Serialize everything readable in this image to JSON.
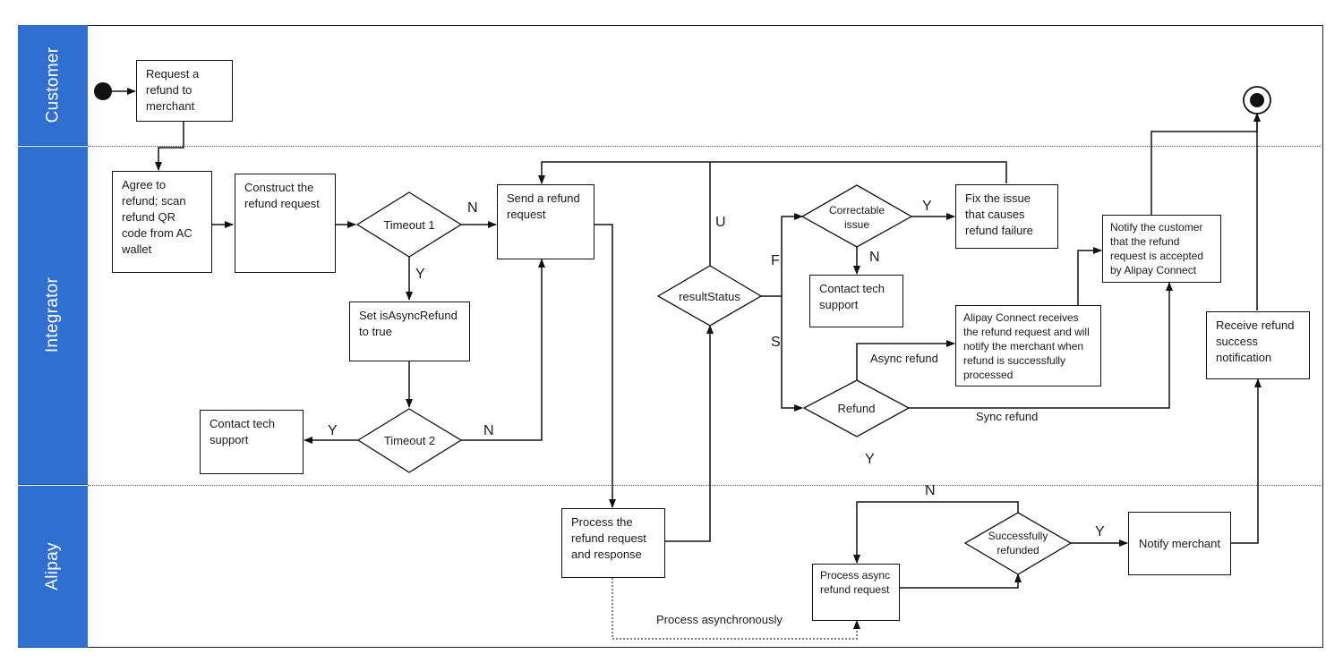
{
  "lanes": {
    "customer": "Customer",
    "integrator": "Integrator",
    "alipay": "Alipay"
  },
  "nodes": {
    "request_refund": "Request a refund to merchant",
    "agree_refund": "Agree to refund; scan refund QR code from AC wallet",
    "construct_request": "Construct the refund request",
    "timeout1": "Timeout 1",
    "send_request": "Send a refund request",
    "set_async": "Set isAsyncRefund to true",
    "timeout2": "Timeout 2",
    "contact_support_1": "Contact tech support",
    "result_status": "resultStatus",
    "correctable_issue": "Correctable issue",
    "fix_issue": "Fix the issue that causes refund failure",
    "contact_support_2": "Contact tech support",
    "alipay_receives": "Alipay Connect receives the refund request and will notify the merchant when refund is successfully processed",
    "refund_decision": "Refund",
    "notify_customer": "Notify the customer that the refund request is accepted by Alipay Connect",
    "receive_success": "Receive refund success notification",
    "process_request": "Process the refund request and response",
    "process_async": "Process async refund request",
    "successfully_refunded": "Successfully refunded",
    "notify_merchant": "Notify merchant"
  },
  "edges": {
    "t1_no": "N",
    "t1_yes": "Y",
    "t2_no": "N",
    "t2_yes": "Y",
    "status_u": "U",
    "status_f": "F",
    "status_s": "S",
    "correctable_yes": "Y",
    "correctable_no": "N",
    "async_refund": "Async refund",
    "sync_refund": "Sync refund",
    "refund_y": "Y",
    "success_no": "N",
    "success_yes": "Y",
    "process_async_label": "Process asynchronously"
  }
}
